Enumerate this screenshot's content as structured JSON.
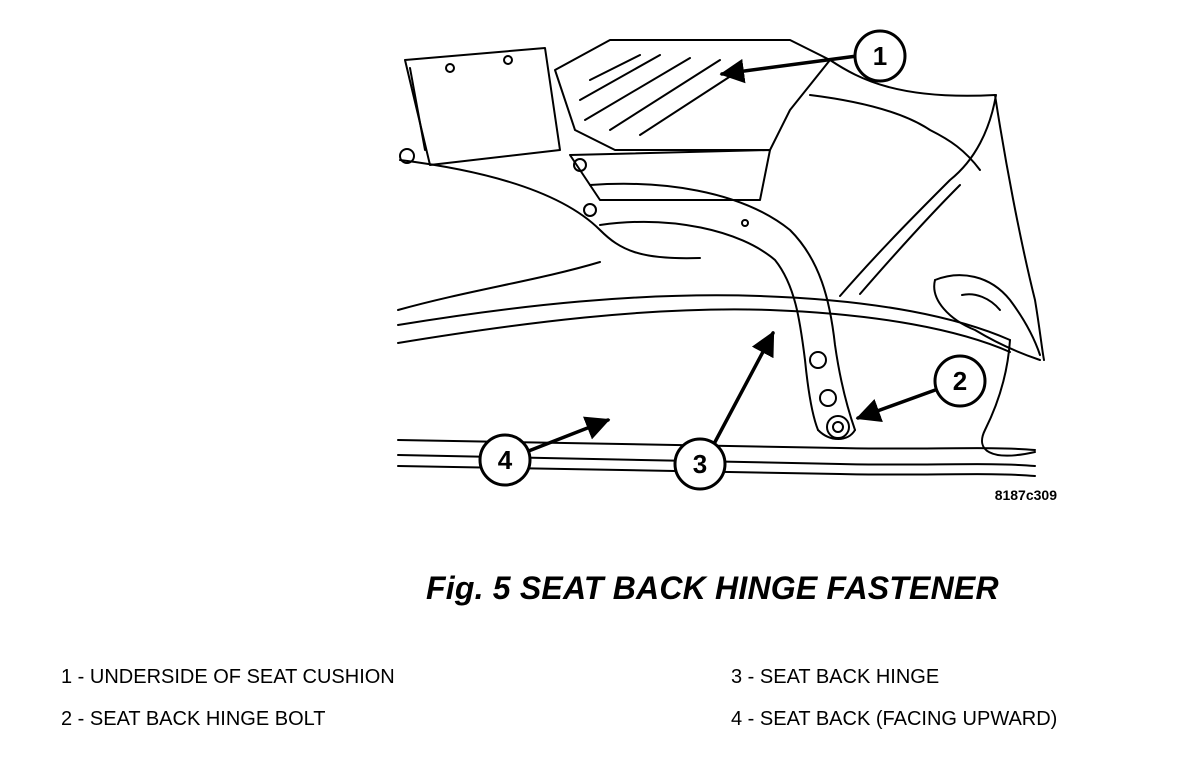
{
  "figure": {
    "code": "8187c309",
    "caption": "Fig. 5 SEAT BACK HINGE FASTENER"
  },
  "callouts": [
    "1",
    "2",
    "3",
    "4"
  ],
  "legend": [
    {
      "text": "1 - UNDERSIDE OF SEAT CUSHION"
    },
    {
      "text": "2 - SEAT BACK HINGE BOLT"
    },
    {
      "text": "3 - SEAT BACK HINGE"
    },
    {
      "text": "4 - SEAT BACK (FACING UPWARD)"
    }
  ]
}
